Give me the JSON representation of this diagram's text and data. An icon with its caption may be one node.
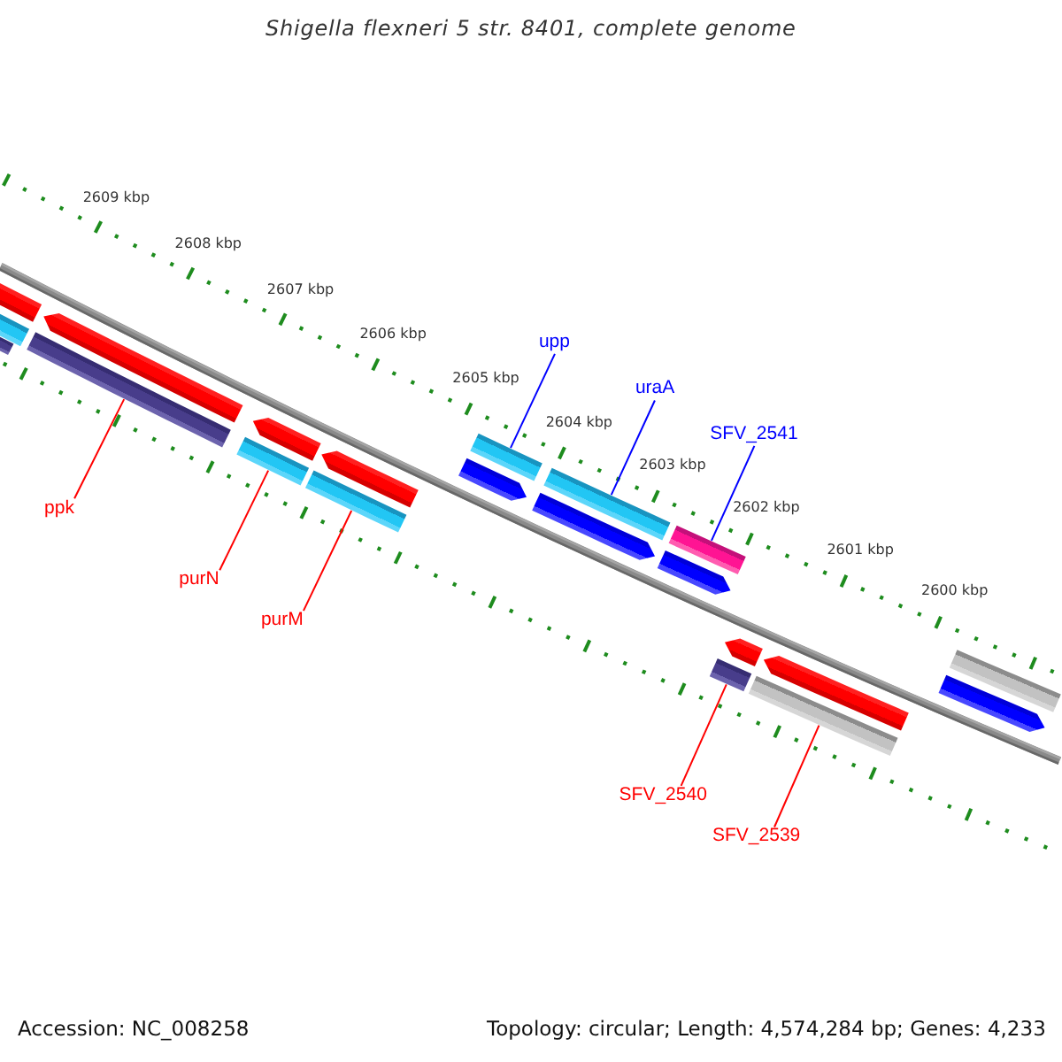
{
  "diagram": {
    "title": "Shigella flexneri 5 str. 8401, complete genome",
    "nodes": [
      {
        "text": [
          "upp"
        ]
      },
      {
        "text": [
          "uraA"
        ]
      },
      {
        "text": [
          "SFV_2541"
        ]
      },
      {
        "text": [
          "ppk"
        ]
      },
      {
        "text": [
          "purN"
        ]
      },
      {
        "text": [
          "purM"
        ]
      },
      {
        "text": [
          "SFV_2540"
        ]
      },
      {
        "text": [
          "SFV_2539"
        ]
      },
      {
        "text": [],
        "shape": "bar"
      },
      {
        "text": [],
        "shape": "bar"
      },
      {
        "text": [],
        "shape": "bar"
      },
      {
        "text": [],
        "shape": "pentagon"
      },
      {
        "text": [],
        "shape": "bar"
      },
      {
        "text": [],
        "shape": "pentagon"
      },
      {
        "text": [],
        "shape": "bar"
      },
      {
        "text": [],
        "shape": "pentagon"
      },
      {
        "text": [],
        "shape": "bar"
      },
      {
        "text": [],
        "shape": "bar"
      },
      {
        "text": [],
        "shape": "pentagon"
      },
      {
        "text": [],
        "shape": "bar"
      },
      {
        "text": [],
        "shape": "pentagon"
      },
      {
        "text": [],
        "shape": "bar"
      },
      {
        "text": [],
        "shape": "pentagon"
      },
      {
        "text": [],
        "shape": "pentagon"
      },
      {
        "text": [],
        "shape": "bar"
      },
      {
        "text": [],
        "shape": "pentagon"
      },
      {
        "text": [],
        "shape": "bar"
      },
      {
        "text": [],
        "shape": "bar"
      },
      {
        "text": [],
        "shape": "pentagon"
      }
    ],
    "edges": [
      {
        "from": 3,
        "to": 12,
        "arrow": "none"
      },
      {
        "from": 4,
        "to": 14,
        "arrow": "none"
      },
      {
        "from": 5,
        "to": 16,
        "arrow": "none"
      },
      {
        "from": 0,
        "to": 17,
        "arrow": "none",
        "color": "#0000ff"
      },
      {
        "from": 1,
        "to": 19,
        "arrow": "none",
        "color": "#0000ff"
      },
      {
        "from": 2,
        "to": 21,
        "arrow": "none",
        "color": "#0000ff"
      },
      {
        "from": 6,
        "to": 24,
        "arrow": "none"
      },
      {
        "from": 7,
        "to": 26,
        "arrow": "none"
      }
    ],
    "labels": [
      "2609 kbp",
      "2608 kbp",
      "2607 kbp",
      "2606 kbp",
      "2605 kbp",
      "2604 kbp",
      "2603 kbp",
      "2602 kbp",
      "2601 kbp",
      "2600 kbp",
      "Accession: NC_008258",
      "Topology: circular; Length: 4,574,284 bp; Genes: 4,233"
    ]
  }
}
